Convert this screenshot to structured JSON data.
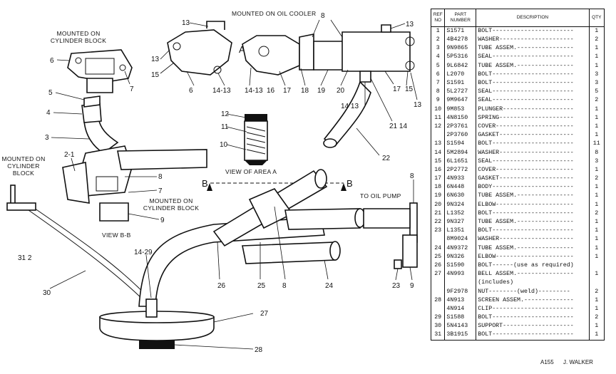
{
  "captions": {
    "oil_cooler": "MOUNTED ON OIL COOLER",
    "cyl_block_top": "MOUNTED ON\nCYLINDER BLOCK",
    "cyl_block_left": "MOUNTED ON\nCYLINDER\nBLOCK",
    "cyl_block_mid": "MOUNTED ON\nCYLINDER BLOCK",
    "view_area_a": "VIEW OF AREA A",
    "view_bb": "VIEW B-B",
    "to_oil_pump": "TO OIL PUMP",
    "area_a_letter": "A",
    "section_b_left": "B",
    "section_b_right": "B"
  },
  "callouts": {
    "c13a": "13",
    "c8a": "8",
    "c13b": "13",
    "c13c": "13",
    "c15a": "15",
    "c6a": "6",
    "c14_13a": "14-13",
    "c14_13b": "14-13",
    "c16": "16",
    "c17a": "17",
    "c18": "18",
    "c19": "19",
    "c20": "20",
    "c17b": "17",
    "c15b": "15",
    "c13d": "13",
    "c14_13c": "14 13",
    "c21_14": "21 14",
    "c6b": "6",
    "c7a": "7",
    "c5": "5",
    "c4": "4",
    "c3": "3",
    "c12": "12",
    "c11": "11",
    "c10": "10",
    "c22": "22",
    "c2_1": "2-1",
    "c8b": "8",
    "c7b": "7",
    "c9a": "9",
    "c31_2": "31 2",
    "c8c": "8",
    "c14_29": "14-29",
    "c26": "26",
    "c25": "25",
    "c8d": "8",
    "c24": "24",
    "c23": "23",
    "c9b": "9",
    "c30": "30",
    "c27": "27",
    "c28": "28"
  },
  "parts_table": {
    "headers": {
      "ref": "REF\nNO",
      "part": "PART\nNUMBER",
      "desc": "DESCRIPTION",
      "qty": "QTY"
    },
    "rows": [
      {
        "ref": "1",
        "pn": "S1571",
        "desc": "BOLT-----------------------",
        "qty": "1"
      },
      {
        "ref": "2",
        "pn": "4B4278",
        "desc": "WASHER---------------------",
        "qty": "2"
      },
      {
        "ref": "3",
        "pn": "9N9865",
        "desc": "TUBE ASSEM.----------------",
        "qty": "1"
      },
      {
        "ref": "4",
        "pn": "5P5316",
        "desc": "SEAL-----------------------",
        "qty": "1"
      },
      {
        "ref": "5",
        "pn": "9L6842",
        "desc": "TUBE ASSEM.----------------",
        "qty": "1"
      },
      {
        "ref": "6",
        "pn": "L2070",
        "desc": "BOLT-----------------------",
        "qty": "3"
      },
      {
        "ref": "7",
        "pn": "S1591",
        "desc": "BOLT-----------------------",
        "qty": "3"
      },
      {
        "ref": "8",
        "pn": "5L2727",
        "desc": "SEAL-----------------------",
        "qty": "5"
      },
      {
        "ref": "9",
        "pn": "9M9647",
        "desc": "SEAL-----------------------",
        "qty": "2"
      },
      {
        "ref": "10",
        "pn": "9M853",
        "desc": "PLUNGER--------------------",
        "qty": "1"
      },
      {
        "ref": "11",
        "pn": "4N8150",
        "desc": "SPRING---------------------",
        "qty": "1"
      },
      {
        "ref": "12",
        "pn": "2P3761",
        "desc": "COVER----------------------",
        "qty": "1"
      },
      {
        "ref": "",
        "pn": "2P3760",
        "desc": "GASKET---------------------",
        "qty": "1"
      },
      {
        "ref": "13",
        "pn": "S1594",
        "desc": "BOLT-----------------------",
        "qty": "11"
      },
      {
        "ref": "14",
        "pn": "5M2894",
        "desc": "WASHER---------------------",
        "qty": "8"
      },
      {
        "ref": "15",
        "pn": "6L1651",
        "desc": "SEAL-----------------------",
        "qty": "3"
      },
      {
        "ref": "16",
        "pn": "2P2772",
        "desc": "COVER----------------------",
        "qty": "1"
      },
      {
        "ref": "17",
        "pn": "4N933",
        "desc": "GASKET---------------------",
        "qty": "2"
      },
      {
        "ref": "18",
        "pn": "6N448",
        "desc": "BODY-----------------------",
        "qty": "1"
      },
      {
        "ref": "19",
        "pn": "6N630",
        "desc": "TUBE ASSEM.----------------",
        "qty": "1"
      },
      {
        "ref": "20",
        "pn": "9N324",
        "desc": "ELBOW----------------------",
        "qty": "1"
      },
      {
        "ref": "21",
        "pn": "L1352",
        "desc": "BOLT-----------------------",
        "qty": "2"
      },
      {
        "ref": "22",
        "pn": "9N327",
        "desc": "TUBE ASSEM.----------------",
        "qty": "1"
      },
      {
        "ref": "23",
        "pn": "L1351",
        "desc": "BOLT-----------------------",
        "qty": "1"
      },
      {
        "ref": "",
        "pn": "8M9024",
        "desc": "WASHER---------------------",
        "qty": "1"
      },
      {
        "ref": "24",
        "pn": "4N9372",
        "desc": "TUBE ASSEM.----------------",
        "qty": "1"
      },
      {
        "ref": "25",
        "pn": "9N326",
        "desc": "ELBOW----------------------",
        "qty": "1"
      },
      {
        "ref": "26",
        "pn": "S1590",
        "desc": "BOLT------(use as required)",
        "qty": ""
      },
      {
        "ref": "27",
        "pn": "4N993",
        "desc": "BELL ASSEM.----------------",
        "qty": "1"
      },
      {
        "ref": "",
        "pn": "",
        "desc": "  (includes)",
        "qty": ""
      },
      {
        "ref": "",
        "pn": "9F2978",
        "desc": "  NUT--------(weld)---------",
        "qty": "2"
      },
      {
        "ref": "28",
        "pn": "4N913",
        "desc": "SCREEN ASSEM.--------------",
        "qty": "1"
      },
      {
        "ref": "",
        "pn": "4N914",
        "desc": "CLIP-----------------------",
        "qty": "1"
      },
      {
        "ref": "29",
        "pn": "S1588",
        "desc": "BOLT-----------------------",
        "qty": "2"
      },
      {
        "ref": "30",
        "pn": "5N4143",
        "desc": "SUPPORT--------------------",
        "qty": "1"
      },
      {
        "ref": "31",
        "pn": "3B1915",
        "desc": "BOLT-----------------------",
        "qty": "1"
      }
    ]
  },
  "footer": {
    "code": "A155",
    "author": "J. WALKER"
  }
}
